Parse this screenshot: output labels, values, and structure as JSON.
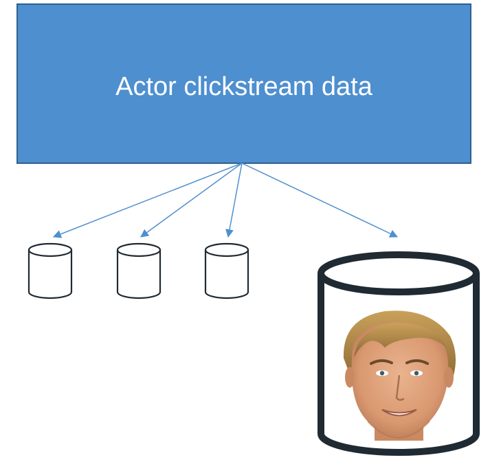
{
  "diagram": {
    "source": {
      "label": "Actor clickstream data",
      "fill_color": "#4e8fcf",
      "border_color": "#2f5f8f"
    },
    "arrow_color": "#4e8fcf",
    "small_databases": [
      {
        "name": "database-1"
      },
      {
        "name": "database-2"
      },
      {
        "name": "database-3"
      }
    ],
    "large_database": {
      "name": "actor-profile-database",
      "stroke_color": "#1f2a33",
      "contains": "face-photo"
    }
  }
}
